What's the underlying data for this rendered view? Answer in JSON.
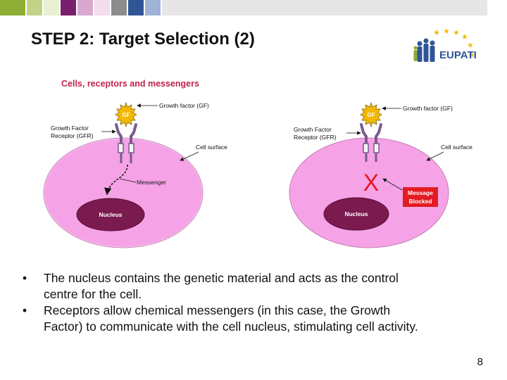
{
  "slide": {
    "title": "STEP 2: Target Selection (2)",
    "page_number": "8"
  },
  "logo": {
    "text": "EUPATI"
  },
  "colors": {
    "topbar": [
      "#8fae34",
      "#c2d387",
      "#7a1f6e",
      "#d9a8cf",
      "#8c8c8c",
      "#2f5597",
      "#d9d9d9"
    ],
    "cell_fill": "#f5a3e6",
    "nucleus_fill": "#7a1a4e",
    "receptor": "#7a5a8c",
    "gf_fill": "#f3b800",
    "blocked": "#e31b23",
    "diagram_title": "#c0224a"
  },
  "diagram": {
    "title": "Cells, receptors and messengers",
    "left": {
      "gf_badge": "GF",
      "growth_factor_label": "Growth factor (GF)",
      "gfr_label_line1": "Growth Factor",
      "gfr_label_line2": "Receptor (GFR)",
      "cell_surface_label": "Cell surface",
      "messenger_label": "Messenger",
      "nucleus_label": "Nucleus"
    },
    "right": {
      "gf_badge": "GF",
      "growth_factor_label": "Growth factor (GF)",
      "gfr_label_line1": "Growth Factor",
      "gfr_label_line2": "Receptor (GFR)",
      "cell_surface_label": "Cell surface",
      "block_mark": "X",
      "blocked_line1": "Message",
      "blocked_line2": "Blocked",
      "nucleus_label": "Nucleus"
    }
  },
  "bullets": [
    {
      "symbol": "•",
      "line1": "The nucleus contains the genetic material and acts as the control",
      "line2": "centre for the cell."
    },
    {
      "symbol": "•",
      "line1": "Receptors allow chemical messengers (in this case, the Growth",
      "line2": "Factor) to communicate with the cell nucleus, stimulating cell activity."
    }
  ]
}
